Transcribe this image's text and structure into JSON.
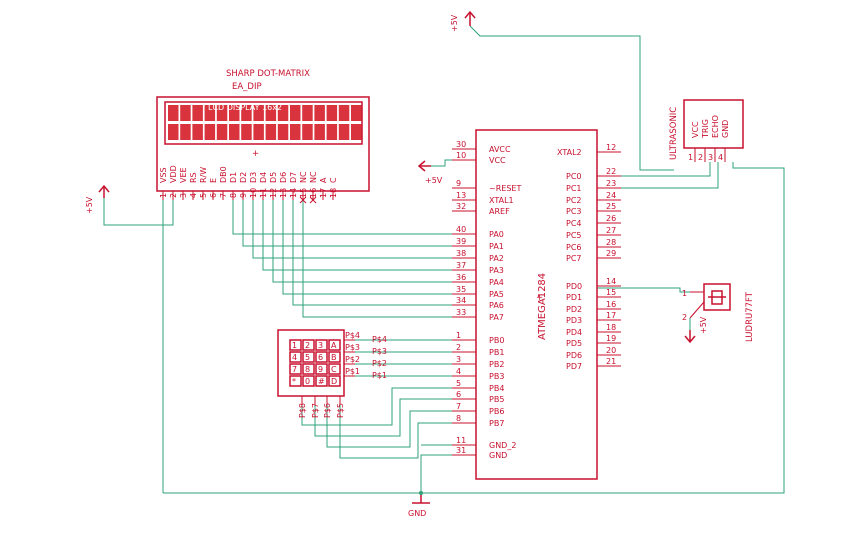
{
  "lcd": {
    "name": "SHARP DOT-MATRIX",
    "package": "EA_DIP",
    "label": "LCD DISPLAY 16x2",
    "pins": [
      "VSS",
      "VDD",
      "VEE",
      "RS",
      "R/W",
      "E",
      "DB0",
      "D1",
      "D2",
      "D3",
      "D4",
      "D5",
      "D6",
      "D7",
      "NC",
      "NC",
      "A",
      "C"
    ],
    "pin_numbers": [
      "1",
      "2",
      "3",
      "4",
      "5",
      "6",
      "7",
      "8",
      "9",
      "10",
      "11",
      "12",
      "13",
      "14",
      "15",
      "16",
      "17",
      "18"
    ]
  },
  "mcu": {
    "name": "ATMEGA1284",
    "left_pins": [
      {
        "num": "30",
        "name": "AVCC"
      },
      {
        "num": "10",
        "name": "VCC"
      },
      {
        "num": "9",
        "name": "~RESET"
      },
      {
        "num": "13",
        "name": "XTAL1"
      },
      {
        "num": "32",
        "name": "AREF"
      },
      {
        "num": "40",
        "name": "PA0"
      },
      {
        "num": "39",
        "name": "PA1"
      },
      {
        "num": "38",
        "name": "PA2"
      },
      {
        "num": "37",
        "name": "PA3"
      },
      {
        "num": "36",
        "name": "PA4"
      },
      {
        "num": "35",
        "name": "PA5"
      },
      {
        "num": "34",
        "name": "PA6"
      },
      {
        "num": "33",
        "name": "PA7"
      },
      {
        "num": "1",
        "name": "PB0"
      },
      {
        "num": "2",
        "name": "PB1"
      },
      {
        "num": "3",
        "name": "PB2"
      },
      {
        "num": "4",
        "name": "PB3"
      },
      {
        "num": "5",
        "name": "PB4"
      },
      {
        "num": "6",
        "name": "PB5"
      },
      {
        "num": "7",
        "name": "PB6"
      },
      {
        "num": "8",
        "name": "PB7"
      },
      {
        "num": "11",
        "name": "GND_2"
      },
      {
        "num": "31",
        "name": "GND"
      }
    ],
    "right_pins": [
      {
        "num": "12",
        "name": "XTAL2"
      },
      {
        "num": "22",
        "name": "PC0"
      },
      {
        "num": "23",
        "name": "PC1"
      },
      {
        "num": "24",
        "name": "PC2"
      },
      {
        "num": "25",
        "name": "PC3"
      },
      {
        "num": "26",
        "name": "PC4"
      },
      {
        "num": "27",
        "name": "PC5"
      },
      {
        "num": "28",
        "name": "PC6"
      },
      {
        "num": "29",
        "name": "PC7"
      },
      {
        "num": "14",
        "name": "PD0"
      },
      {
        "num": "15",
        "name": "PD1"
      },
      {
        "num": "16",
        "name": "PD2"
      },
      {
        "num": "17",
        "name": "PD3"
      },
      {
        "num": "18",
        "name": "PD4"
      },
      {
        "num": "19",
        "name": "PD5"
      },
      {
        "num": "20",
        "name": "PD6"
      },
      {
        "num": "21",
        "name": "PD7"
      }
    ]
  },
  "ultrasonic": {
    "name": "ULTRASONIC",
    "pins": [
      "VCC",
      "TRIG",
      "ECHO",
      "GND"
    ],
    "pin_numbers": [
      "1",
      "2",
      "3",
      "4"
    ]
  },
  "buzzer": {
    "name": "LUDRU77FT"
  },
  "keypad": {
    "keys": [
      "1",
      "2",
      "3",
      "A",
      "4",
      "5",
      "6",
      "B",
      "7",
      "8",
      "9",
      "C",
      "*",
      "0",
      "#",
      "D"
    ],
    "right_pin_labels": [
      "P$4",
      "P$3",
      "P$2",
      "P$1"
    ],
    "wire_labels": [
      "P$4",
      "P$3",
      "P$2",
      "P$1"
    ],
    "bottom_pin_labels": [
      "P$8",
      "P$7",
      "P$6",
      "P$5"
    ]
  },
  "power": {
    "plus5v": "+5V",
    "gnd": "GND"
  }
}
